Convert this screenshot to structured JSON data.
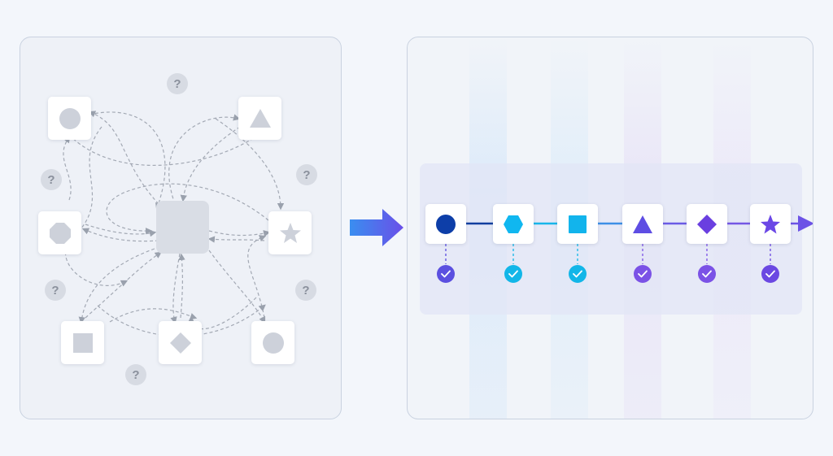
{
  "left_panel": {
    "question_mark": "?",
    "nodes": [
      {
        "shape": "circle"
      },
      {
        "shape": "triangle"
      },
      {
        "shape": "octagon"
      },
      {
        "shape": "star"
      },
      {
        "shape": "square"
      },
      {
        "shape": "diamond"
      },
      {
        "shape": "circle"
      }
    ],
    "node_color": "#cdd1da"
  },
  "right_panel": {
    "steps": [
      {
        "shape": "circle",
        "color": "#0d3ea8",
        "check_color": "#5b4fe0",
        "line_color": "#123f9f"
      },
      {
        "shape": "hexagon",
        "color": "#10b7f0",
        "check_color": "#12b6e8",
        "line_color": "#18b6ea"
      },
      {
        "shape": "square",
        "color": "#12b4ec",
        "check_color": "#12b6e8",
        "line_color": "#3d8fe6"
      },
      {
        "shape": "triangle",
        "color": "#5e4de3",
        "check_color": "#7b52e6",
        "line_color": "#6b5be5"
      },
      {
        "shape": "diamond",
        "color": "#6a3fe0",
        "check_color": "#7b52e6",
        "line_color": "#7457e4"
      },
      {
        "shape": "star",
        "color": "#6b47e6",
        "check_color": "#6b48e2",
        "line_color": "#6c52e6"
      }
    ]
  },
  "arrow": {
    "color_start": "#3a8ef0",
    "color_end": "#6a4fe8"
  }
}
